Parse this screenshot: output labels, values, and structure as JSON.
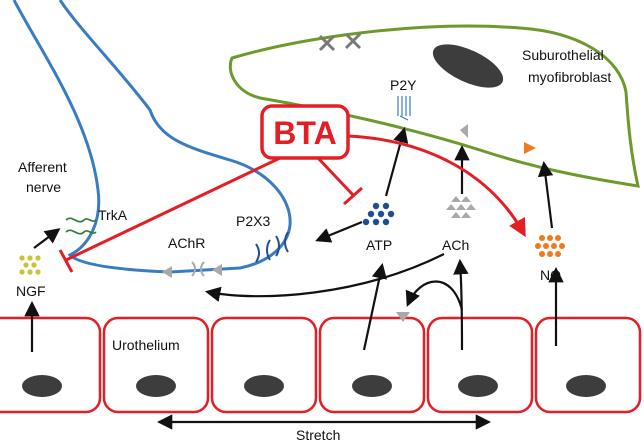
{
  "diagram": {
    "labels": {
      "bta": "BTA",
      "afferent_nerve_line1": "Afferent",
      "afferent_nerve_line2": "nerve",
      "trka": "TrkA",
      "ngf": "NGF",
      "achr": "AChR",
      "p2x3": "P2X3",
      "atp": "ATP",
      "ach": "ACh",
      "p2y": "P2Y",
      "no": "NO",
      "myofibroblast_line1": "Suburothelial",
      "myofibroblast_line2": "myofibroblast",
      "urothelium": "Urothelium",
      "stretch": "Stretch"
    },
    "colors": {
      "inhibition": "#e31e24",
      "nerve": "#3a7cc2",
      "myofibroblast": "#6e9a2c",
      "nucleus": "#3d3d3d",
      "atp_dots": "#1f4e8c",
      "ach_dots": "#a9a9a9",
      "ngf_dots": "#c9c431",
      "no_dots": "#f07a1e",
      "arrow": "#111111"
    }
  }
}
